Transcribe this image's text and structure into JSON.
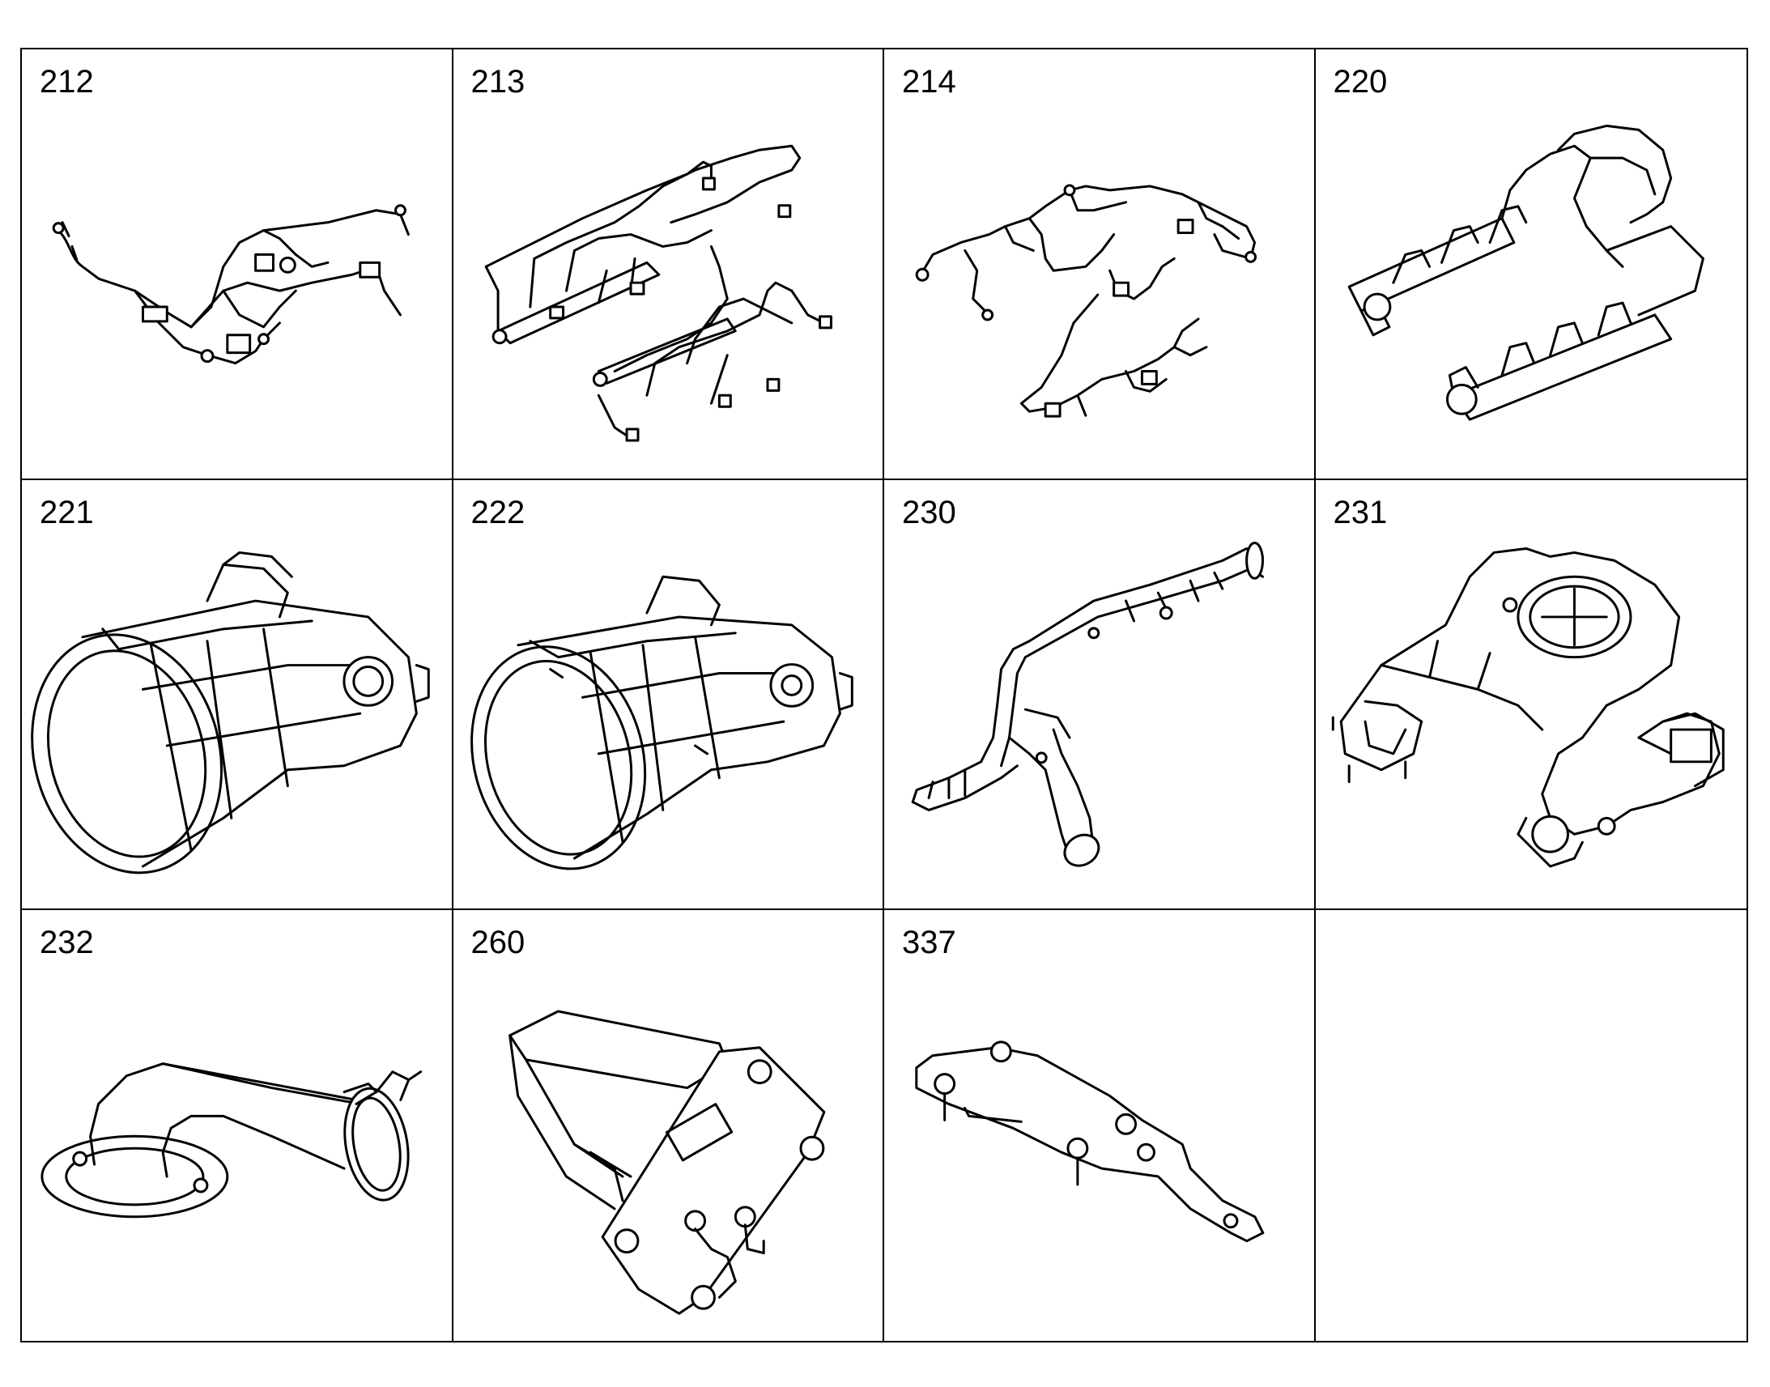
{
  "colors": {
    "line": "#000000",
    "background": "#ffffff"
  },
  "parts": [
    {
      "number": "212",
      "illustration": "fuel-line-assembly"
    },
    {
      "number": "213",
      "illustration": "injector-lines-set"
    },
    {
      "number": "214",
      "illustration": "fuel-tube-harness"
    },
    {
      "number": "220",
      "illustration": "intake-manifold"
    },
    {
      "number": "221",
      "illustration": "air-intake-duct"
    },
    {
      "number": "222",
      "illustration": "air-intake-duct-alt"
    },
    {
      "number": "230",
      "illustration": "coolant-pipe-assembly"
    },
    {
      "number": "231",
      "illustration": "throttle-body-housing"
    },
    {
      "number": "232",
      "illustration": "elbow-pipe-with-clamp"
    },
    {
      "number": "260",
      "illustration": "egr-cooler-with-plate"
    },
    {
      "number": "337",
      "illustration": "mounting-bracket-with-bolts"
    },
    {
      "number": "",
      "illustration": ""
    }
  ]
}
